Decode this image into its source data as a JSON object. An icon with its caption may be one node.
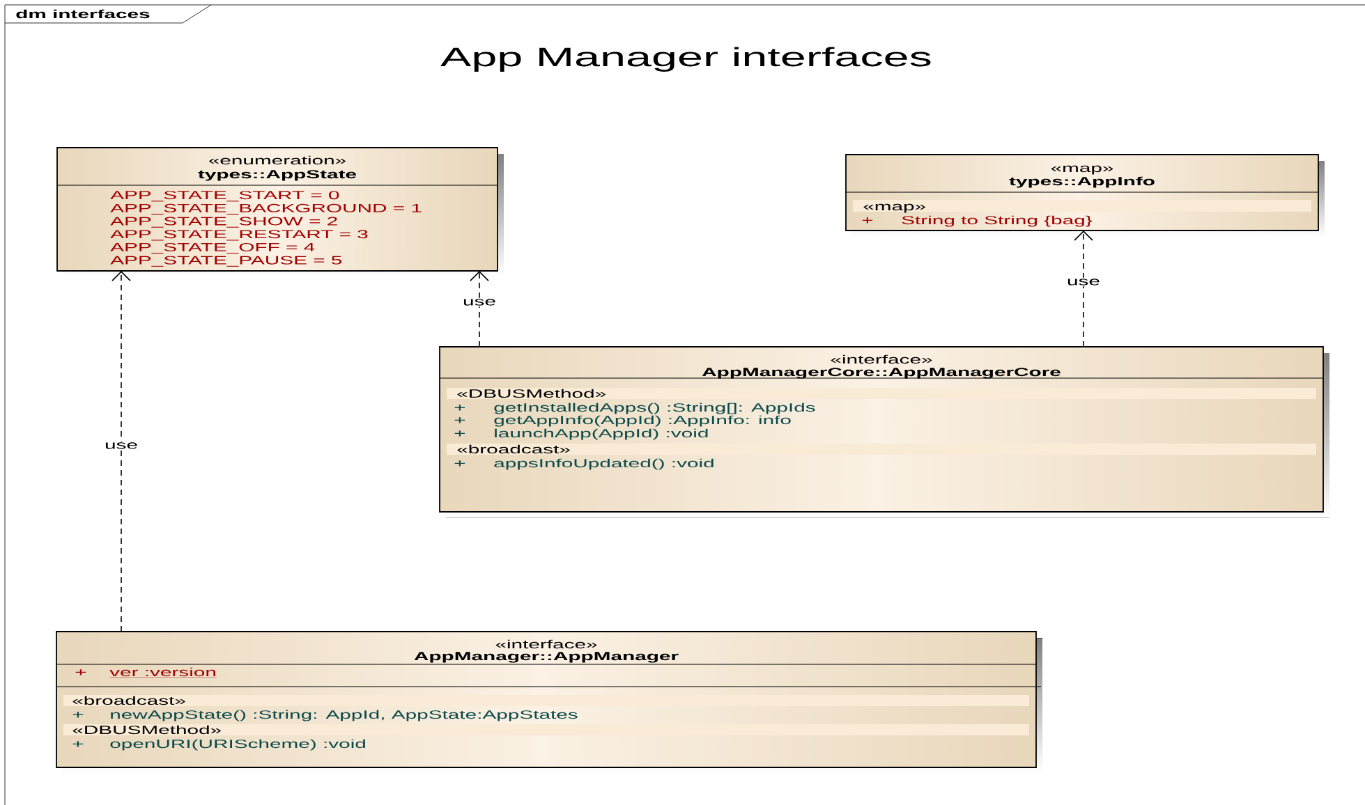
{
  "diagram": {
    "title": "App Manager interfaces",
    "nodes": [
      {
        "text": [
          "«enumeration»",
          "types::AppState",
          "APP_STATE_START = 0",
          "APP_STATE_BACKGROUND = 1",
          "APP_STATE_SHOW = 2",
          "APP_STATE_RESTART = 3",
          "APP_STATE_OFF = 4",
          "APP_STATE_PAUSE = 5"
        ]
      },
      {
        "text": [
          "«map»",
          "types::AppInfo",
          "«map»",
          "+",
          "String to String {bag}"
        ]
      },
      {
        "text": [
          "«interface»",
          "AppManagerCore::AppManagerCore",
          "«DBUSMethod»",
          "+",
          "getInstalledApps()  :String[]: AppIds",
          "+",
          "getAppInfo(AppId)  :AppInfo: info",
          "+",
          "launchApp(AppId)  :void",
          "«broadcast»",
          "+",
          "appsInfoUpdated()  :void"
        ]
      },
      {
        "text": [
          "«interface»",
          "AppManager::AppManager",
          "+",
          "ver  :version",
          "«broadcast»",
          "+",
          "newAppState()  :String: AppId, AppState:AppStates",
          "«DBUSMethod»",
          "+",
          "openURI(URIScheme)  :void"
        ]
      }
    ],
    "edges": [
      {
        "from": 3,
        "to": 0,
        "arrow": "to",
        "label": "use",
        "style": "dashed"
      },
      {
        "from": 2,
        "to": 0,
        "arrow": "to",
        "label": "use",
        "style": "dashed"
      },
      {
        "from": 2,
        "to": 1,
        "arrow": "to",
        "label": "use",
        "style": "dashed"
      }
    ],
    "labels": [
      "dm interfaces"
    ]
  }
}
